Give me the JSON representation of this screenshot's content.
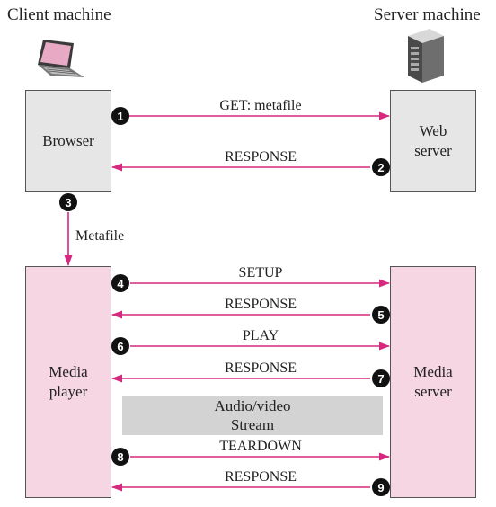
{
  "headers": {
    "client": "Client machine",
    "server": "Server machine"
  },
  "icons": {
    "client": "laptop-icon",
    "server": "server-tower-icon"
  },
  "boxes": {
    "browser": "Browser",
    "web_server": [
      "Web",
      "server"
    ],
    "media_player": [
      "Media",
      "player"
    ],
    "media_server": [
      "Media",
      "server"
    ]
  },
  "stream": [
    "Audio/video",
    "Stream"
  ],
  "messages": [
    {
      "num": "1",
      "label": "GET: metafile"
    },
    {
      "num": "2",
      "label": "RESPONSE"
    },
    {
      "num": "3",
      "label": "Metafile"
    },
    {
      "num": "4",
      "label": "SETUP"
    },
    {
      "num": "5",
      "label": "RESPONSE"
    },
    {
      "num": "6",
      "label": "PLAY"
    },
    {
      "num": "7",
      "label": "RESPONSE"
    },
    {
      "num": "8",
      "label": "TEARDOWN"
    },
    {
      "num": "9",
      "label": "RESPONSE"
    }
  ],
  "colors": {
    "arrow": "#d6287f",
    "gray_box": "#e6e6e6",
    "pink_box": "#f6d6e3",
    "stream_bar": "#d3d3d3"
  }
}
